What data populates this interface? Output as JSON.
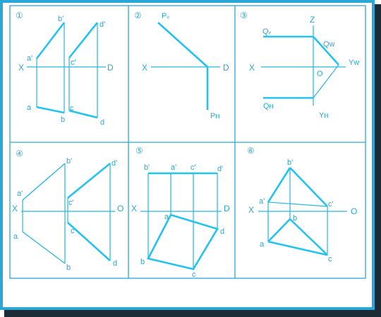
{
  "colors": {
    "frame": "#2aa7d6",
    "frame_dark": "#1a8fc0",
    "line": "#29b6e0",
    "thick": "#22c3ef",
    "text": "#2aa7d6",
    "shadow": "#1d2b36",
    "background": "#ffffff"
  },
  "panels": [
    {
      "number": "①",
      "axis_left": "X",
      "axis_right": "D",
      "labels": {
        "a1": "a'",
        "b1": "b'",
        "a": "a",
        "b": "b",
        "c1": "c'",
        "d1": "d'",
        "c": "c",
        "d": "d"
      }
    },
    {
      "number": "②",
      "axis_left": "X",
      "axis_right": "D",
      "labels": {
        "pv": "Pᵥ",
        "ph": "Pʜ"
      }
    },
    {
      "number": "③",
      "axis_left": "X",
      "labels": {
        "z": "Z",
        "qv": "Qᵥ",
        "qw": "Qᴡ",
        "o": "O",
        "yw": "Yᴡ",
        "qh": "Qʜ",
        "yh": "Yʜ"
      }
    },
    {
      "number": "④",
      "axis_left": "X",
      "axis_right": "O",
      "labels": {
        "a1": "a'",
        "b1": "b'",
        "c1": "c'",
        "d1": "d'",
        "a": "a",
        "b": "b",
        "c": "c",
        "d": "d"
      }
    },
    {
      "number": "⑤",
      "axis_left": "X",
      "axis_right": "D",
      "labels": {
        "b1": "b'",
        "a1": "a'",
        "c1": "c'",
        "d1": "d'",
        "a": "a",
        "b": "b",
        "c": "c",
        "d": "d"
      }
    },
    {
      "number": "⑥",
      "axis_left": "X",
      "axis_right": "O",
      "labels": {
        "b1": "b'",
        "a1": "a'",
        "c1": "c'",
        "a": "a",
        "b": "b",
        "c": "c"
      }
    }
  ]
}
